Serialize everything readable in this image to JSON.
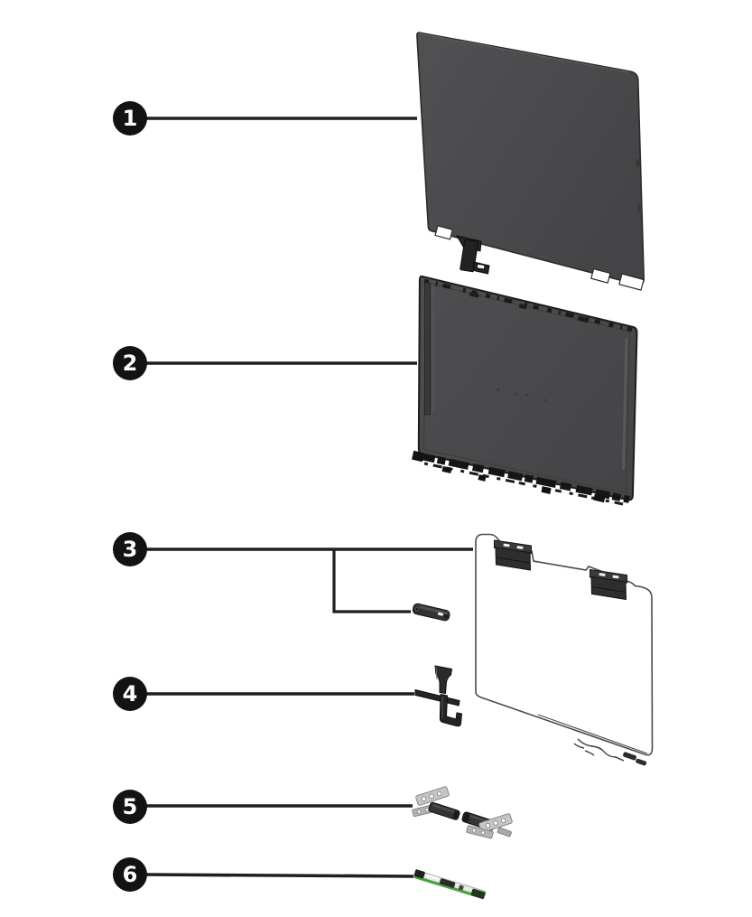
{
  "figure": {
    "type": "exploded-parts-diagram",
    "background_color": "#ffffff",
    "callout_style": {
      "bg_color": "#131313",
      "text_color": "#ffffff",
      "leader_line_color": "#1f1f1f"
    },
    "part_colors": {
      "panel_gray": "#4a4a4b",
      "cover_gray": "#4a4a4c",
      "component_dark": "#2e2e2f",
      "hinge_metal": "#c6c6c8",
      "pcb_green": "#49a33c",
      "sheet_outline": "#4a4a4b"
    },
    "callouts": [
      {
        "number": "1",
        "part": "display-panel"
      },
      {
        "number": "2",
        "part": "display-back-cover"
      },
      {
        "number": "3",
        "part": "antenna-kit"
      },
      {
        "number": "4",
        "part": "bracket-piece"
      },
      {
        "number": "5",
        "part": "hinge-kit"
      },
      {
        "number": "6",
        "part": "camera-module"
      }
    ]
  }
}
